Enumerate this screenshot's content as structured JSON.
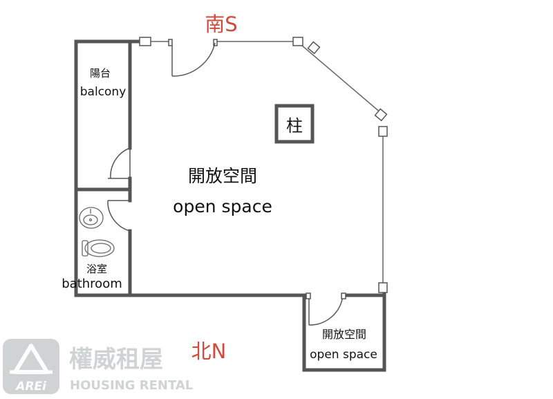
{
  "compass": {
    "south": "南S",
    "north": "北N"
  },
  "rooms": {
    "balcony": {
      "zh": "陽台",
      "en": "balcony"
    },
    "open_main": {
      "zh": "開放空間",
      "en": "open space"
    },
    "bathroom": {
      "zh": "浴室",
      "en": "bathroom"
    },
    "open_small": {
      "zh": "開放空間",
      "en": "open space"
    },
    "pillar": "柱"
  },
  "watermark": {
    "logo_text": "AREi",
    "brand_zh": "權威租屋",
    "brand_en": "HOUSING RENTAL"
  },
  "colors": {
    "wall": "#555555",
    "compass": "#d24a3a",
    "watermark": "#cfd3d3"
  }
}
